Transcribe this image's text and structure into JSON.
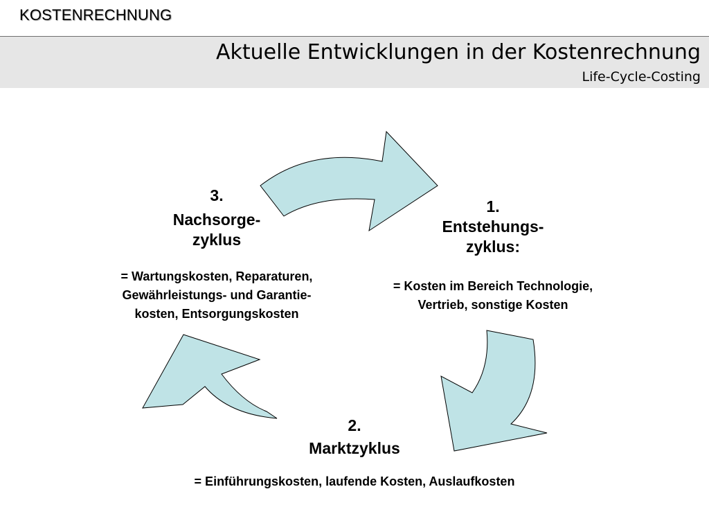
{
  "header": {
    "brand": "KOSTENRECHNUNG",
    "title": "Aktuelle Entwicklungen in der Kostenrechnung",
    "subtitle": "Life-Cycle-Costing"
  },
  "colors": {
    "arrow_fill": "#bfe3e6",
    "header_band": "#e6e6e6"
  },
  "phases": [
    {
      "number": "1.",
      "title_lines": [
        "Entstehungs-",
        "zyklus:"
      ],
      "description_lines": [
        "= Kosten im Bereich Technologie,",
        "Vertrieb, sonstige Kosten"
      ]
    },
    {
      "number": "2.",
      "title_lines": [
        "Marktzyklus"
      ],
      "description_lines": [
        "= Einführungskosten, laufende Kosten, Auslaufkosten"
      ]
    },
    {
      "number": "3.",
      "title_lines": [
        "Nachsorge-",
        "zyklus"
      ],
      "description_lines": [
        "= Wartungskosten, Reparaturen,",
        "Gewährleistungs- und Garantie-",
        "kosten, Entsorgungskosten"
      ]
    }
  ]
}
